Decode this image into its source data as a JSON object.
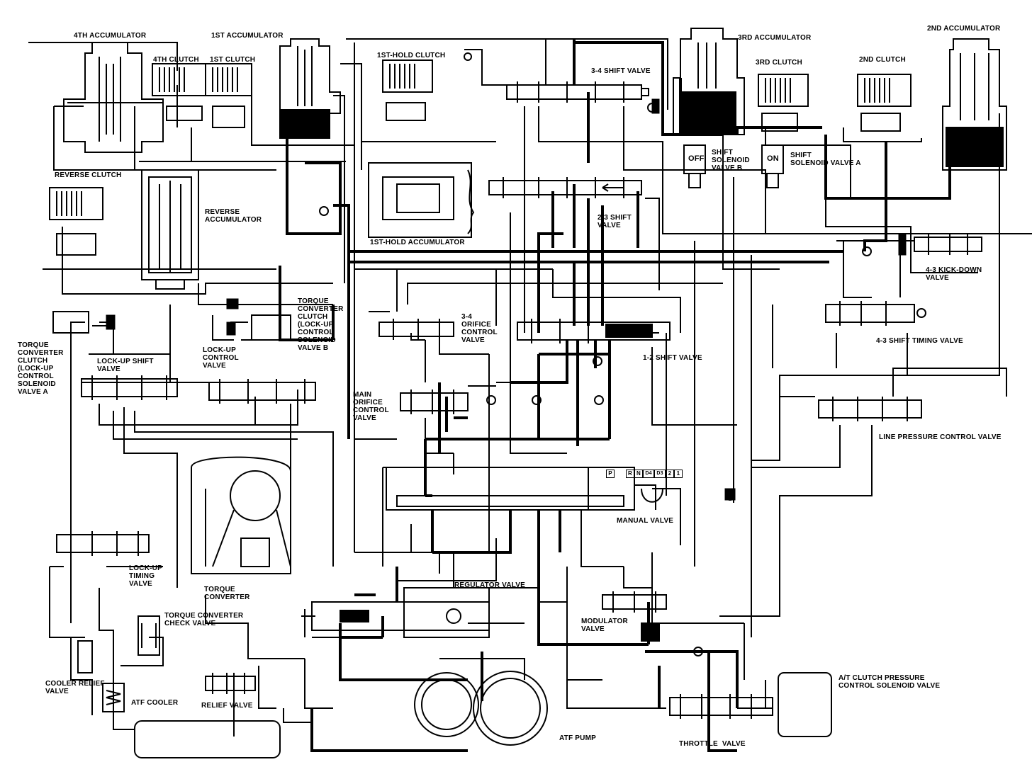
{
  "components": {
    "acc4": "4TH ACCUMULATOR",
    "acc1": "1ST ACCUMULATOR",
    "clutch4": "4TH CLUTCH",
    "clutch1": "1ST CLUTCH",
    "hold1_clutch": "1ST-HOLD CLUTCH",
    "sv34": "3-4 SHIFT VALVE",
    "acc3": "3RD ACCUMULATOR",
    "clutch3": "3RD CLUTCH",
    "acc2": "2ND ACCUMULATOR",
    "clutch2": "2ND CLUTCH",
    "sol_b": "SHIFT\nSOLENOID\nVALVE B",
    "sol_a": "SHIFT\nSOLENOID VALVE A",
    "reverse_clutch": "REVERSE CLUTCH",
    "reverse_acc": "REVERSE\nACCUMULATOR",
    "sv23": "2-3 SHIFT\nVALVE",
    "hold1_acc": "1ST-HOLD ACCUMULATOR",
    "kickdown43": "4-3 KICK-DOWN\nVALVE",
    "tcc_sol_b": "TORQUE\nCONVERTER\nCLUTCH\n(LOCK-UP\nCONTROL\nSOLENOID\nVALVE B",
    "orifice34": "3-4\nORIFICE\nCONTROL\nVALVE",
    "timing43": "4-3 SHIFT TIMING VALVE",
    "tcc_sol_a": "TORQUE\nCONVERTER\nCLUTCH\n(LOCK-UP\nCONTROL\nSOLENOID\nVALVE A",
    "lockup_shift": "LOCK-UP SHIFT\nVALVE",
    "lockup_control": "LOCK-UP\nCONTROL\nVALVE",
    "sv12": "1-2 SHIFT VALVE",
    "main_orifice": "MAIN\nORIFICE\nCONTROL\nVALVE",
    "line_pressure": "LINE PRESSURE CONTROL VALVE",
    "manual": "MANUAL VALVE",
    "lockup_timing": "LOCK-UP\nTIMING\nVALVE",
    "torque_converter": "TORQUE\nCONVERTER",
    "regulator": "REGULATOR VALVE",
    "modulator": "MODULATOR\nVALVE",
    "tc_check": "TORQUE CONVERTER\nCHECK VALVE",
    "cooler_relief": "COOLER RELIEF\nVALVE",
    "atf_cooler": "ATF COOLER",
    "relief": "RELIEF VALVE",
    "atf_pump": "ATF PUMP",
    "throttle": "THROTTLE  VALVE",
    "atc_solenoid": "A/T CLUTCH PRESSURE\nCONTROL SOLENOID VALVE"
  },
  "solenoid_states": {
    "b": "OFF",
    "a": "ON"
  },
  "gear_positions": [
    "P",
    "R",
    "N",
    "D4",
    "D3",
    "2",
    "1"
  ]
}
